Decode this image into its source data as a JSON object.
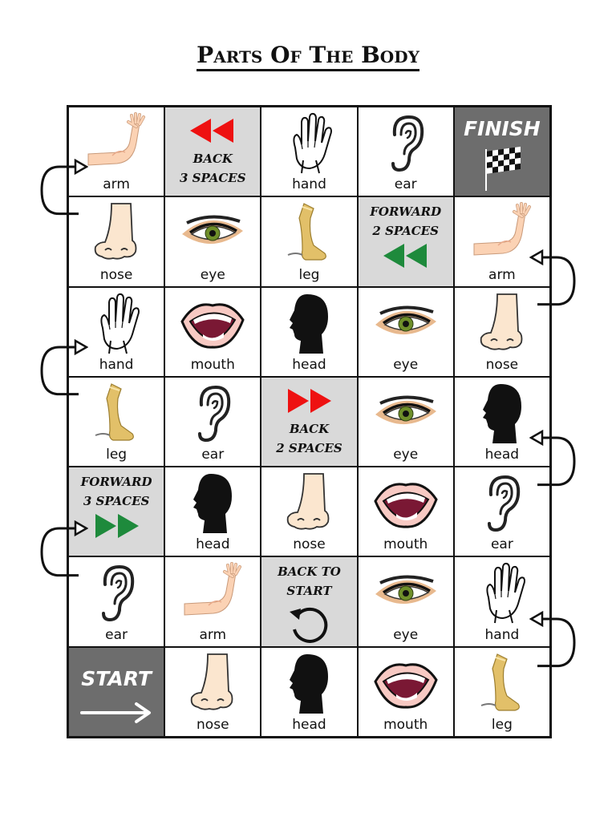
{
  "title": "Parts Of The Body",
  "board": {
    "rows": [
      [
        {
          "type": "word",
          "label": "arm",
          "icon": "arm-icon"
        },
        {
          "type": "special",
          "lines": [
            "BACK",
            "3 SPACES"
          ],
          "icon": "red-double-left-icon",
          "arrow_color": "#ee1111",
          "arrow_dir": "left",
          "arrow_pos": "top"
        },
        {
          "type": "word",
          "label": "hand",
          "icon": "hand-icon"
        },
        {
          "type": "word",
          "label": "ear",
          "icon": "ear-icon"
        },
        {
          "type": "finish",
          "text": "FINISH",
          "icon": "checkered-flag-icon"
        }
      ],
      [
        {
          "type": "word",
          "label": "nose",
          "icon": "nose-icon"
        },
        {
          "type": "word",
          "label": "eye",
          "icon": "eye-icon"
        },
        {
          "type": "word",
          "label": "leg",
          "icon": "leg-icon"
        },
        {
          "type": "special",
          "lines": [
            "FORWARD",
            "2 SPACES"
          ],
          "icon": "green-double-left-icon",
          "arrow_color": "#1e8a3c",
          "arrow_dir": "left",
          "arrow_pos": "bottom"
        },
        {
          "type": "word",
          "label": "arm",
          "icon": "arm-icon"
        }
      ],
      [
        {
          "type": "word",
          "label": "hand",
          "icon": "hand-icon"
        },
        {
          "type": "word",
          "label": "mouth",
          "icon": "mouth-icon"
        },
        {
          "type": "word",
          "label": "head",
          "icon": "head-icon"
        },
        {
          "type": "word",
          "label": "eye",
          "icon": "eye-icon"
        },
        {
          "type": "word",
          "label": "nose",
          "icon": "nose-icon"
        }
      ],
      [
        {
          "type": "word",
          "label": "leg",
          "icon": "leg-icon"
        },
        {
          "type": "word",
          "label": "ear",
          "icon": "ear-icon"
        },
        {
          "type": "special",
          "lines": [
            "BACK",
            "2 SPACES"
          ],
          "icon": "red-double-right-icon",
          "arrow_color": "#ee1111",
          "arrow_dir": "right",
          "arrow_pos": "top"
        },
        {
          "type": "word",
          "label": "eye",
          "icon": "eye-icon"
        },
        {
          "type": "word",
          "label": "head",
          "icon": "head-icon"
        }
      ],
      [
        {
          "type": "special",
          "lines": [
            "FORWARD",
            "3 SPACES"
          ],
          "icon": "green-double-right-icon",
          "arrow_color": "#1e8a3c",
          "arrow_dir": "right",
          "arrow_pos": "bottom"
        },
        {
          "type": "word",
          "label": "head",
          "icon": "head-icon"
        },
        {
          "type": "word",
          "label": "nose",
          "icon": "nose-icon"
        },
        {
          "type": "word",
          "label": "mouth",
          "icon": "mouth-icon"
        },
        {
          "type": "word",
          "label": "ear",
          "icon": "ear-icon"
        }
      ],
      [
        {
          "type": "word",
          "label": "ear",
          "icon": "ear-icon"
        },
        {
          "type": "word",
          "label": "arm",
          "icon": "arm-icon"
        },
        {
          "type": "special",
          "lines": [
            "BACK TO",
            "START"
          ],
          "icon": "restart-circle-icon",
          "arrow_color": "#111111",
          "arrow_dir": "circle",
          "arrow_pos": "bottom"
        },
        {
          "type": "word",
          "label": "eye",
          "icon": "eye-icon"
        },
        {
          "type": "word",
          "label": "hand",
          "icon": "hand-icon"
        }
      ],
      [
        {
          "type": "start",
          "text": "START",
          "icon": "right-arrow-icon"
        },
        {
          "type": "word",
          "label": "nose",
          "icon": "nose-icon"
        },
        {
          "type": "word",
          "label": "head",
          "icon": "head-icon"
        },
        {
          "type": "word",
          "label": "mouth",
          "icon": "mouth-icon"
        },
        {
          "type": "word",
          "label": "leg",
          "icon": "leg-icon"
        }
      ]
    ]
  },
  "connectors": [
    {
      "side": "left",
      "between_rows": [
        0,
        1
      ],
      "icon": "turn-arrow-icon"
    },
    {
      "side": "right",
      "between_rows": [
        1,
        2
      ],
      "icon": "turn-arrow-icon"
    },
    {
      "side": "left",
      "between_rows": [
        2,
        3
      ],
      "icon": "turn-arrow-icon"
    },
    {
      "side": "right",
      "between_rows": [
        3,
        4
      ],
      "icon": "turn-arrow-icon"
    },
    {
      "side": "left",
      "between_rows": [
        4,
        5
      ],
      "icon": "turn-arrow-icon"
    },
    {
      "side": "right",
      "between_rows": [
        5,
        6
      ],
      "icon": "turn-arrow-icon"
    }
  ],
  "colors": {
    "special_bg": "#d9d9d9",
    "start_finish_bg": "#6d6d6d",
    "red_arrow": "#ee1111",
    "green_arrow": "#1e8a3c",
    "skin": "#fbd2b4",
    "gold": "#e2c069"
  }
}
